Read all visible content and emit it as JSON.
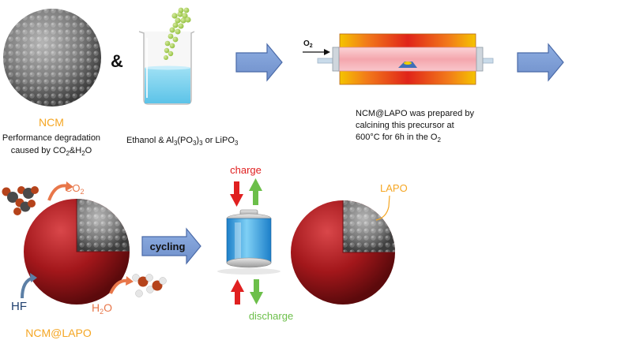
{
  "step1": {
    "ncm_label": "NCM",
    "ncm_caption_line1": "Performance degradation",
    "ncm_caption_line2_prefix": "caused by CO",
    "ncm_caption_sub1": "2",
    "ncm_caption_mid": "&H",
    "ncm_caption_sub2": "2",
    "ncm_caption_end": "O",
    "ampersand": "&",
    "beaker_caption_a": "Ethanol & Al",
    "beaker_caption_sub1": "3",
    "beaker_caption_b": "(PO",
    "beaker_caption_sub2": "3",
    "beaker_caption_c": ")",
    "beaker_caption_sub3": "3",
    "beaker_caption_d": " or LiPO",
    "beaker_caption_sub4": "3"
  },
  "furnace": {
    "gas_label": "O",
    "gas_sub": "2",
    "caption_line1": "NCM@LAPO was prepared by",
    "caption_line2": "calcining this precursor at",
    "caption_line3_a": "600°C for 6h in the O",
    "caption_line3_sub": "2"
  },
  "bottom": {
    "co2_label": "CO",
    "co2_sub": "2",
    "hf_label": "HF",
    "h2o_label": "H",
    "h2o_sub": "2",
    "h2o_end": "O",
    "ncm_lapo_label": "NCM@LAPO",
    "cycling_label": "cycling",
    "charge_label": "charge",
    "discharge_label": "discharge",
    "lapo_label": "LAPO"
  },
  "colors": {
    "orange": "#f5a623",
    "sphere_red": "#a3171b",
    "arrow_blue": "#7f9fd6",
    "arrow_blue_border": "#4a6aa8",
    "charge_red": "#e02020",
    "discharge_green": "#6cbf4a"
  }
}
